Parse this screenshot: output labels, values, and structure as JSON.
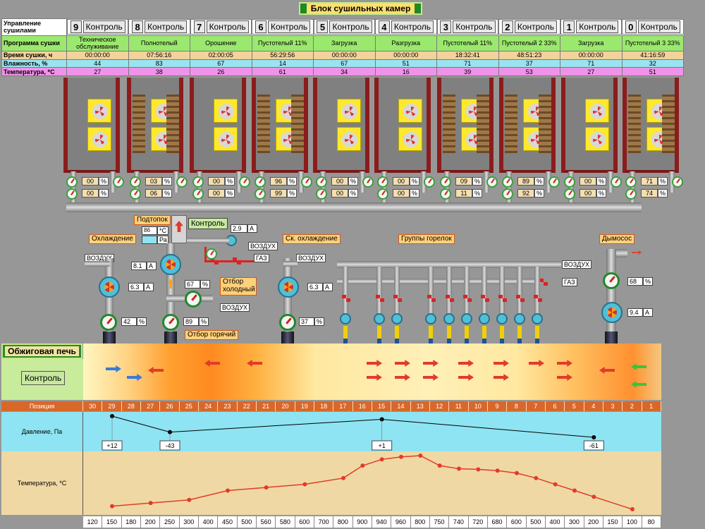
{
  "title": "Блок сушильных камер",
  "table": {
    "label_control": "Управление сушилами",
    "label_program": "Программа сушки",
    "label_time": "Время сушки, ч",
    "label_humidity": "Влажность, %",
    "label_temp": "Температура, *С",
    "control_btn": "Контроль",
    "chambers": [
      {
        "num": "9",
        "program": "Техническое обслуживание",
        "time": "00:00:00",
        "humidity": "44",
        "temp": "27"
      },
      {
        "num": "8",
        "program": "Полнотелый",
        "time": "07:56:16",
        "humidity": "83",
        "temp": "38"
      },
      {
        "num": "7",
        "program": "Орошение",
        "time": "02:00:05",
        "humidity": "67",
        "temp": "26"
      },
      {
        "num": "6",
        "program": "Пустотелый 11%",
        "time": "56:29:56",
        "humidity": "14",
        "temp": "61"
      },
      {
        "num": "5",
        "program": "Загрузка",
        "time": "00:00:00",
        "humidity": "67",
        "temp": "34"
      },
      {
        "num": "4",
        "program": "Разгрузка",
        "time": "00:00:00",
        "humidity": "51",
        "temp": "16"
      },
      {
        "num": "3",
        "program": "Пустотелый 11%",
        "time": "18:32:41",
        "humidity": "71",
        "temp": "39"
      },
      {
        "num": "2",
        "program": "Пустотелый 2 33%",
        "time": "48:51:23",
        "humidity": "37",
        "temp": "53"
      },
      {
        "num": "1",
        "program": "Загрузка",
        "time": "00:00:00",
        "humidity": "71",
        "temp": "27"
      },
      {
        "num": "0",
        "program": "Пустотелый 3 33%",
        "time": "41:16:59",
        "humidity": "32",
        "temp": "51"
      }
    ]
  },
  "chamber_valves": [
    {
      "top": "00",
      "bottom": "00"
    },
    {
      "top": "03",
      "bottom": "06"
    },
    {
      "top": "00",
      "bottom": "00"
    },
    {
      "top": "96",
      "bottom": "99"
    },
    {
      "top": "00",
      "bottom": "00"
    },
    {
      "top": "00",
      "bottom": "00"
    },
    {
      "top": "09",
      "bottom": "11"
    },
    {
      "top": "89",
      "bottom": "92"
    },
    {
      "top": "00",
      "bottom": "00"
    },
    {
      "top": "71",
      "bottom": "74"
    }
  ],
  "pct_sign": "%",
  "labels": {
    "podtopok": "Подтопок",
    "podtopok_temp": "86",
    "podtopok_temp_unit": "*С",
    "podtopok_press": "",
    "podtopok_press_unit": "Ра",
    "control": "Контроль",
    "current_1": "2.9",
    "unit_a": "А",
    "vozduh": "ВОЗДУХ",
    "gaz": "ГАЗ",
    "cooling": "Охлаждение",
    "fast_cooling": "Ск. охлаждение",
    "burner_groups": "Группы горелок",
    "smoke_exhaust": "Дымосос",
    "cool_cur1": "8.1",
    "cool_cur2": "6.3",
    "cool_pct": "42",
    "hot_pct1": "67",
    "hot_pct2": "89",
    "cold_take": "Отбор холодный",
    "hot_take": "Отбор горячий",
    "fast_cur": "6.3",
    "fast_pct": "37",
    "smoke_pct": "68",
    "smoke_cur": "9.4",
    "kiln": "Обжиговая печь",
    "kiln_control": "Контроль"
  },
  "position_label": "Позиция",
  "positions": [
    "30",
    "29",
    "28",
    "27",
    "26",
    "25",
    "24",
    "23",
    "22",
    "21",
    "20",
    "19",
    "18",
    "17",
    "16",
    "15",
    "14",
    "13",
    "12",
    "11",
    "10",
    "9",
    "8",
    "7",
    "6",
    "5",
    "4",
    "3",
    "2",
    "1"
  ],
  "pressure_label": "Давление, Па",
  "temperature_label": "Температура, *С",
  "temps_row": [
    "120",
    "150",
    "180",
    "200",
    "250",
    "300",
    "400",
    "450",
    "500",
    "560",
    "580",
    "600",
    "700",
    "800",
    "900",
    "940",
    "960",
    "800",
    "750",
    "740",
    "720",
    "680",
    "600",
    "500",
    "400",
    "300",
    "200",
    "150",
    "100",
    "80"
  ],
  "chart_data": [
    {
      "type": "line",
      "title": "",
      "ylabel": "Давление, Па",
      "x": [
        29,
        26,
        15,
        4
      ],
      "values": [
        12,
        -43,
        1,
        -61
      ],
      "value_labels": [
        "+12",
        "-43",
        "+1",
        "-61"
      ]
    },
    {
      "type": "line",
      "title": "",
      "ylabel": "Температура, *С",
      "x": [
        "29",
        "27",
        "25",
        "23",
        "21",
        "19",
        "17",
        "16",
        "15",
        "14",
        "13",
        "12",
        "11",
        "10",
        "9",
        "8",
        "7",
        "6",
        "5",
        "4",
        "2"
      ],
      "values": [
        150,
        200,
        250,
        400,
        450,
        500,
        600,
        800,
        900,
        940,
        960,
        800,
        750,
        740,
        720,
        680,
        600,
        500,
        400,
        300,
        100
      ]
    }
  ],
  "colors": {
    "accent_red": "#e23b2a",
    "green": "#2a8a2a"
  }
}
